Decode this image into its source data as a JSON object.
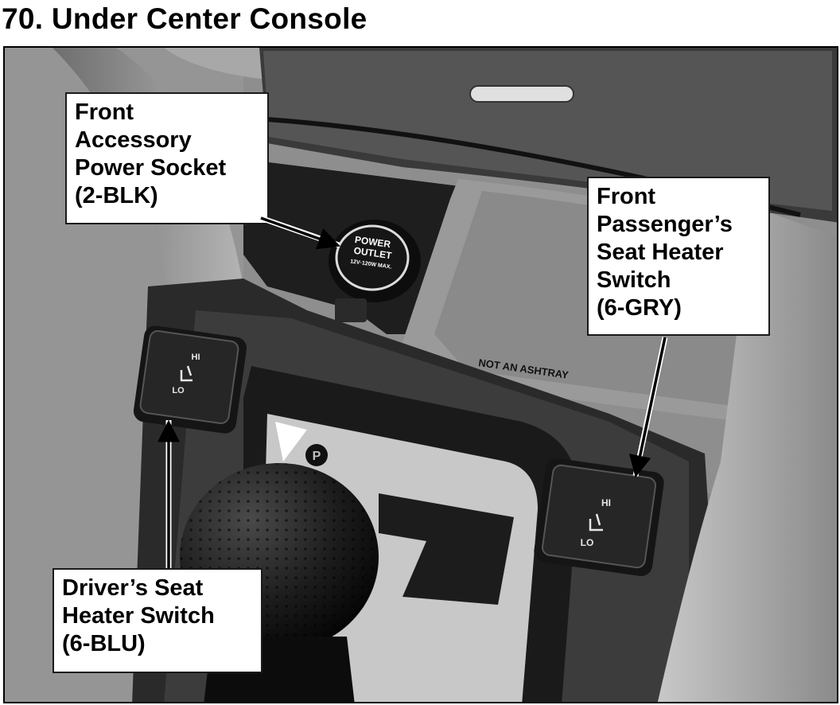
{
  "page": {
    "title": "70. Under Center Console"
  },
  "photo": {
    "outlet_text": [
      "POWER",
      "OUTLET",
      "12V·120W MAX."
    ],
    "tray_text": "NOT AN ASHTRAY",
    "shift_label": "P",
    "driver_switch": {
      "hi": "HI",
      "lo": "LO"
    },
    "passenger_switch": {
      "hi": "HI",
      "lo": "LO"
    }
  },
  "callouts": {
    "power_socket": [
      "Front",
      "Accessory",
      "Power Socket",
      "(2-BLK)"
    ],
    "passenger_heater": [
      "Front",
      "Passenger’s",
      "Seat Heater",
      "Switch",
      "(6-GRY)"
    ],
    "driver_heater": [
      "Driver’s Seat",
      "Heater Switch",
      "(6-BLU)"
    ]
  }
}
